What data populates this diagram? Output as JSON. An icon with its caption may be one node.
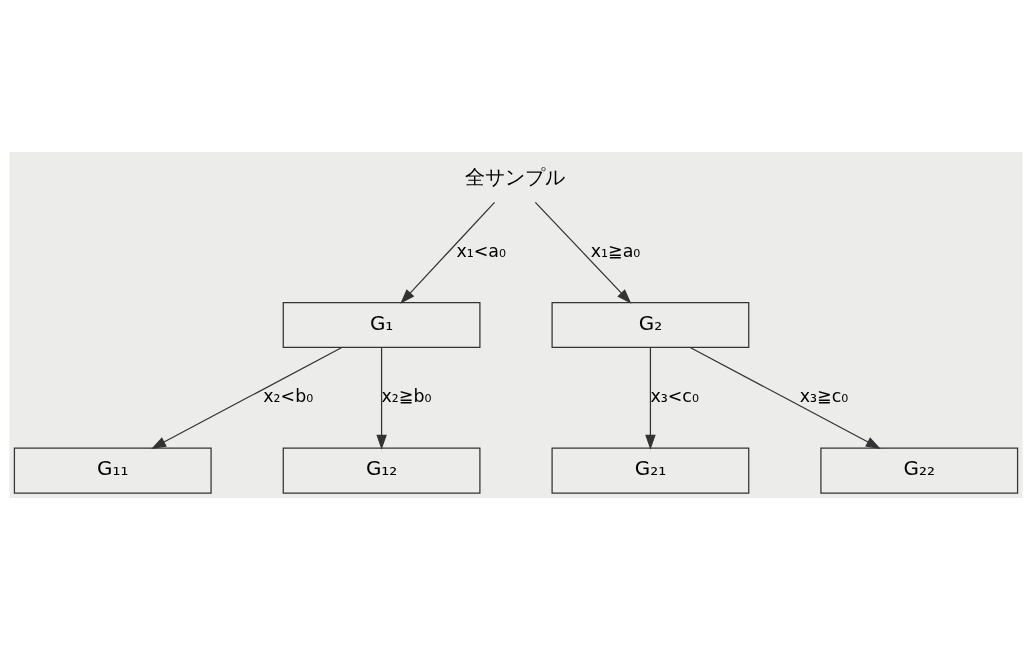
{
  "diagram": {
    "nodes": [
      {
        "text": [
          "全サンプル"
        ]
      },
      {
        "text": [
          "G₁"
        ]
      },
      {
        "text": [
          "G₂"
        ]
      },
      {
        "text": [
          "G₁₁"
        ]
      },
      {
        "text": [
          "G₁₂"
        ]
      },
      {
        "text": [
          "G₂₁"
        ]
      },
      {
        "text": [
          "G₂₂"
        ]
      }
    ],
    "edges": [
      {
        "from": 0,
        "to": 1,
        "arrow": "to",
        "label": "x₁<a₀"
      },
      {
        "from": 0,
        "to": 2,
        "arrow": "to",
        "label": "x₁≧a₀"
      },
      {
        "from": 1,
        "to": 3,
        "arrow": "to",
        "label": "x₂<b₀"
      },
      {
        "from": 1,
        "to": 4,
        "arrow": "to",
        "label": "x₂≧b₀"
      },
      {
        "from": 2,
        "to": 5,
        "arrow": "to",
        "label": "x₃<c₀"
      },
      {
        "from": 2,
        "to": 6,
        "arrow": "to",
        "label": "x₃≧c₀"
      }
    ]
  }
}
